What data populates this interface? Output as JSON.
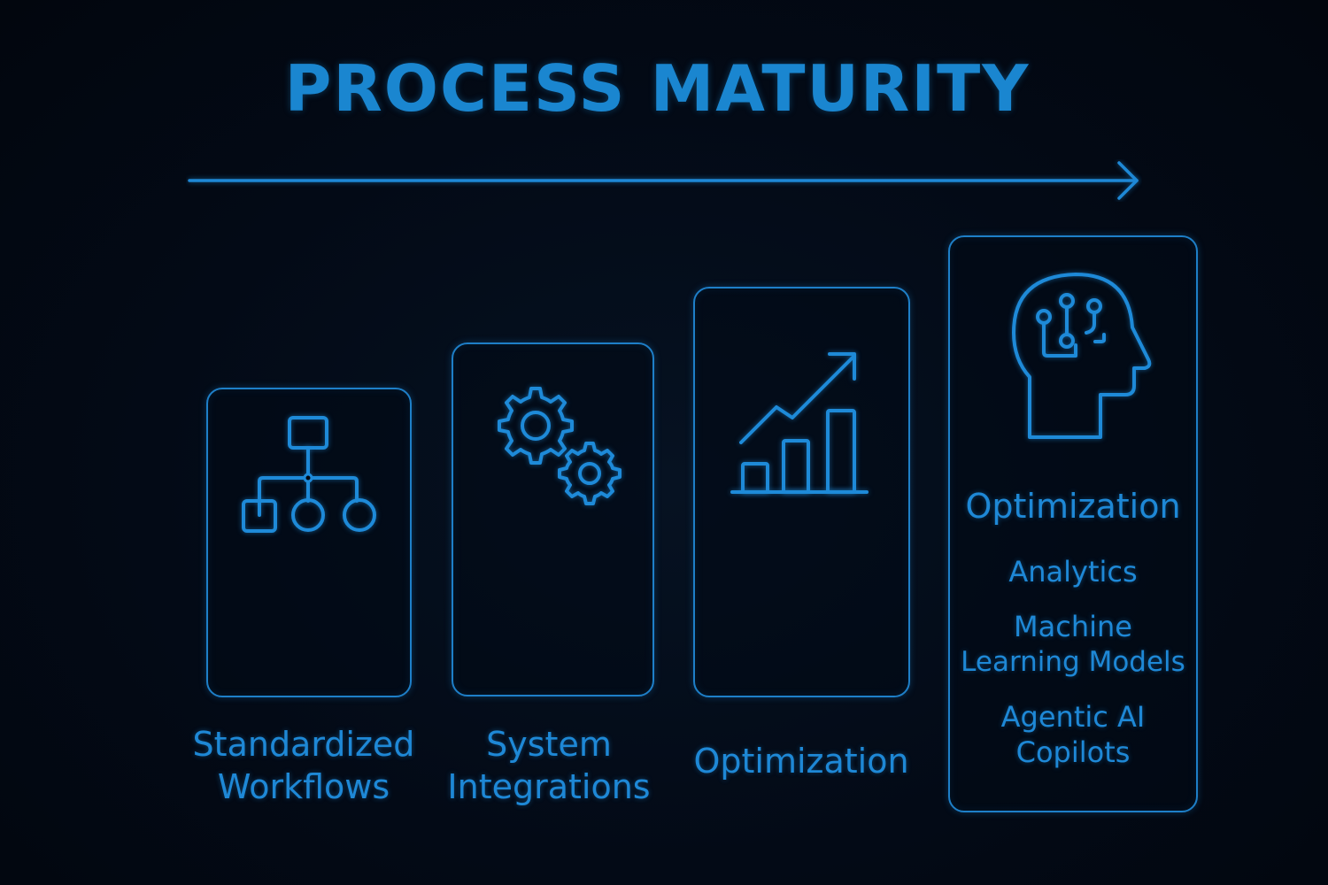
{
  "title": "PROCESS MATURITY",
  "colors": {
    "background": "#02060f",
    "accent": "#1e88d6"
  },
  "arrow": {
    "direction": "right"
  },
  "stages": [
    {
      "icon": "hierarchy-flowchart-icon",
      "label_lines": [
        "Standardized",
        "Workflows"
      ]
    },
    {
      "icon": "gears-icon",
      "label_lines": [
        "System",
        "Integrations"
      ]
    },
    {
      "icon": "growth-bar-chart-icon",
      "label_lines": [
        "Optimization"
      ]
    },
    {
      "icon": "ai-head-circuit-icon",
      "heading": "Optimization",
      "items": [
        {
          "lines": [
            "Analytics"
          ]
        },
        {
          "lines": [
            "Machine",
            "Learning Models"
          ]
        },
        {
          "lines": [
            "Agentic AI",
            "Copilots"
          ]
        }
      ]
    }
  ]
}
